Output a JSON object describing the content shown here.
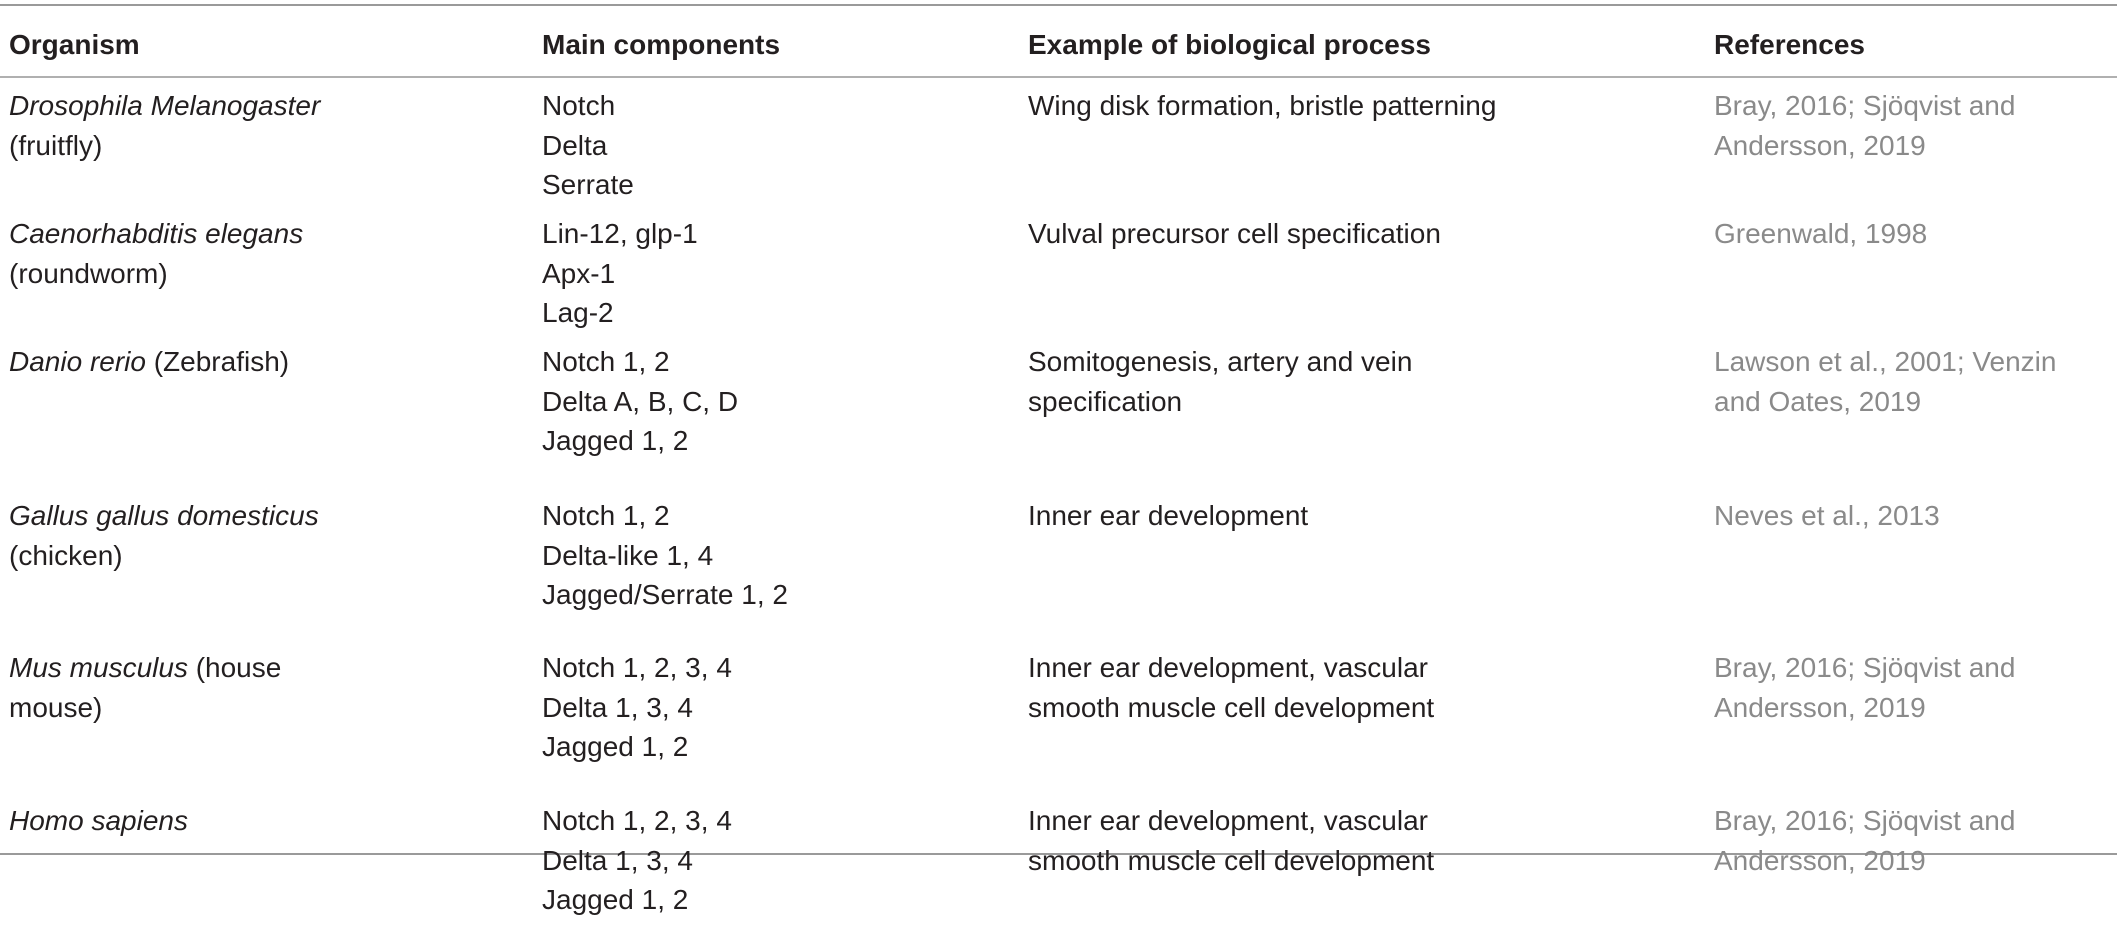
{
  "headers": {
    "organism": "Organism",
    "components": "Main components",
    "process": "Example of biological process",
    "references": "References"
  },
  "rows": [
    {
      "organism": [
        {
          "italic": "Drosophila Melanogaster",
          "plain": ""
        },
        {
          "italic": "",
          "plain": "(fruitfly)"
        }
      ],
      "components": [
        "Notch",
        "Delta",
        "Serrate"
      ],
      "process": [
        "Wing disk formation, bristle patterning"
      ],
      "references": [
        "Bray, 2016; Sjöqvist and",
        "Andersson, 2019"
      ]
    },
    {
      "organism": [
        {
          "italic": "Caenorhabditis elegans",
          "plain": ""
        },
        {
          "italic": "",
          "plain": "(roundworm)"
        }
      ],
      "components": [
        "Lin-12, glp-1",
        "Apx-1",
        "Lag-2"
      ],
      "process": [
        "Vulval precursor cell specification"
      ],
      "references": [
        "Greenwald, 1998"
      ]
    },
    {
      "organism": [
        {
          "italic": "Danio rerio",
          "plain": " (Zebrafish)"
        }
      ],
      "components": [
        "Notch 1, 2",
        "Delta A, B, C, D",
        "Jagged 1, 2"
      ],
      "process": [
        "Somitogenesis, artery and vein",
        "specification"
      ],
      "references": [
        "Lawson et al., 2001; Venzin",
        "and Oates, 2019"
      ]
    },
    {
      "organism": [
        {
          "italic": "Gallus gallus domesticus",
          "plain": ""
        },
        {
          "italic": "",
          "plain": "(chicken)"
        }
      ],
      "components": [
        "Notch 1, 2",
        "Delta-like 1, 4",
        "Jagged/Serrate 1, 2"
      ],
      "process": [
        "Inner ear development"
      ],
      "references": [
        "Neves et al., 2013"
      ]
    },
    {
      "organism": [
        {
          "italic": "Mus musculus",
          "plain": " (house"
        },
        {
          "italic": "",
          "plain": "mouse)"
        }
      ],
      "components": [
        "Notch 1, 2, 3, 4",
        "Delta 1, 3, 4",
        "Jagged 1, 2"
      ],
      "process": [
        "Inner ear development, vascular",
        "smooth muscle cell development"
      ],
      "references": [
        "Bray, 2016; Sjöqvist and",
        "Andersson, 2019"
      ]
    },
    {
      "organism": [
        {
          "italic": "Homo sapiens",
          "plain": ""
        }
      ],
      "components": [
        "Notch 1, 2, 3, 4",
        "Delta 1, 3, 4",
        "Jagged 1, 2"
      ],
      "process": [
        "Inner ear development, vascular",
        "smooth muscle cell development"
      ],
      "references": [
        "Bray, 2016; Sjöqvist and",
        "Andersson, 2019"
      ]
    }
  ]
}
